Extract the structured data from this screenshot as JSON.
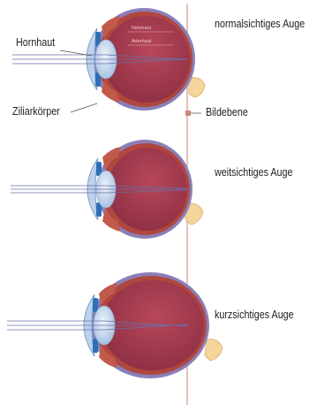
{
  "labels": {
    "normal": "normalsichtiges Auge",
    "far": "weitsichtiges Auge",
    "near": "kurzsichtiges Auge",
    "cornea": "Hornhaut",
    "ciliary": "Ziliarkörper",
    "image_plane": "Bildebene",
    "retina": "Netzhaut",
    "choroid": "Aderhaut"
  },
  "colors": {
    "sclera": "#8a7fb8",
    "choroid_layer": "#b0473f",
    "vitreous": "#9e3a4c",
    "lens": "#c9d9ef",
    "iris": "#2f6fb5",
    "cornea": "#bcd3ea",
    "optic_nerve": "#f4d59a",
    "image_plane": "#c9897a",
    "rays": "#6a6fa8"
  }
}
